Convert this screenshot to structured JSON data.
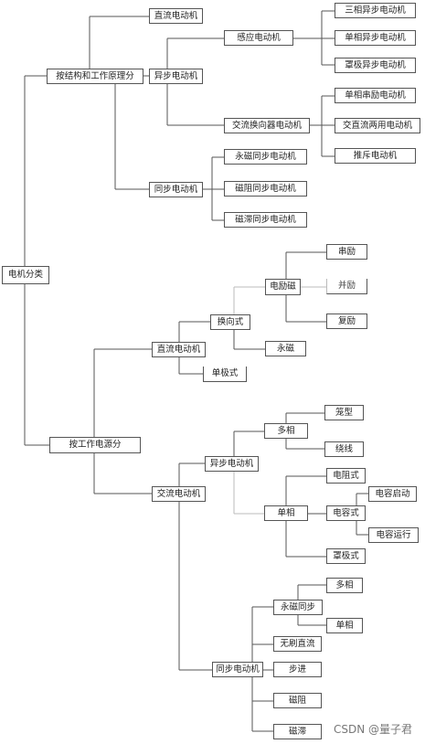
{
  "nodes": {
    "root": "电机分类",
    "by_structure": "按结构和工作原理分",
    "dc_motor_top": "直流电动机",
    "async_motor_top": "异步电动机",
    "induction_motor": "感应电动机",
    "three_phase_async": "三相异步电动机",
    "single_phase_async": "单相异步电动机",
    "shaded_pole_async": "罩极异步电动机",
    "ac_commutator_motor": "交流换向器电动机",
    "single_phase_series": "单相串励电动机",
    "ac_dc_dual_use": "交直流两用电动机",
    "repulsion_motor": "推斥电动机",
    "sync_motor_top": "同步电动机",
    "pm_sync": "永磁同步电动机",
    "reluctance_sync": "磁阻同步电动机",
    "hysteresis_sync": "磁滞同步电动机",
    "by_power": "按工作电源分",
    "dc_motor": "直流电动机",
    "commutator_type": "换向式",
    "electro_excitation": "电励磁",
    "series_excitation": "串励",
    "shunt_excitation": "并励",
    "compound_excitation": "复励",
    "permanent_magnet": "永磁",
    "homopolar": "单极式",
    "ac_motor": "交流电动机",
    "async_motor": "异步电动机",
    "poly_phase": "多相",
    "squirrel_cage": "笼型",
    "wound_rotor": "绕线",
    "single_phase": "单相",
    "resistance_start": "电阻式",
    "capacitor_type": "电容式",
    "capacitor_start": "电容启动",
    "capacitor_run": "电容运行",
    "shaded_pole": "罩极式",
    "sync_motor": "同步电动机",
    "pm_sync_short": "永磁同步",
    "pm_poly_phase": "多相",
    "pm_single_phase": "单相",
    "brushless_dc": "无刷直流",
    "stepper": "步进",
    "reluctance": "磁阻",
    "hysteresis": "磁滞"
  },
  "watermark": "CSDN @量子君"
}
